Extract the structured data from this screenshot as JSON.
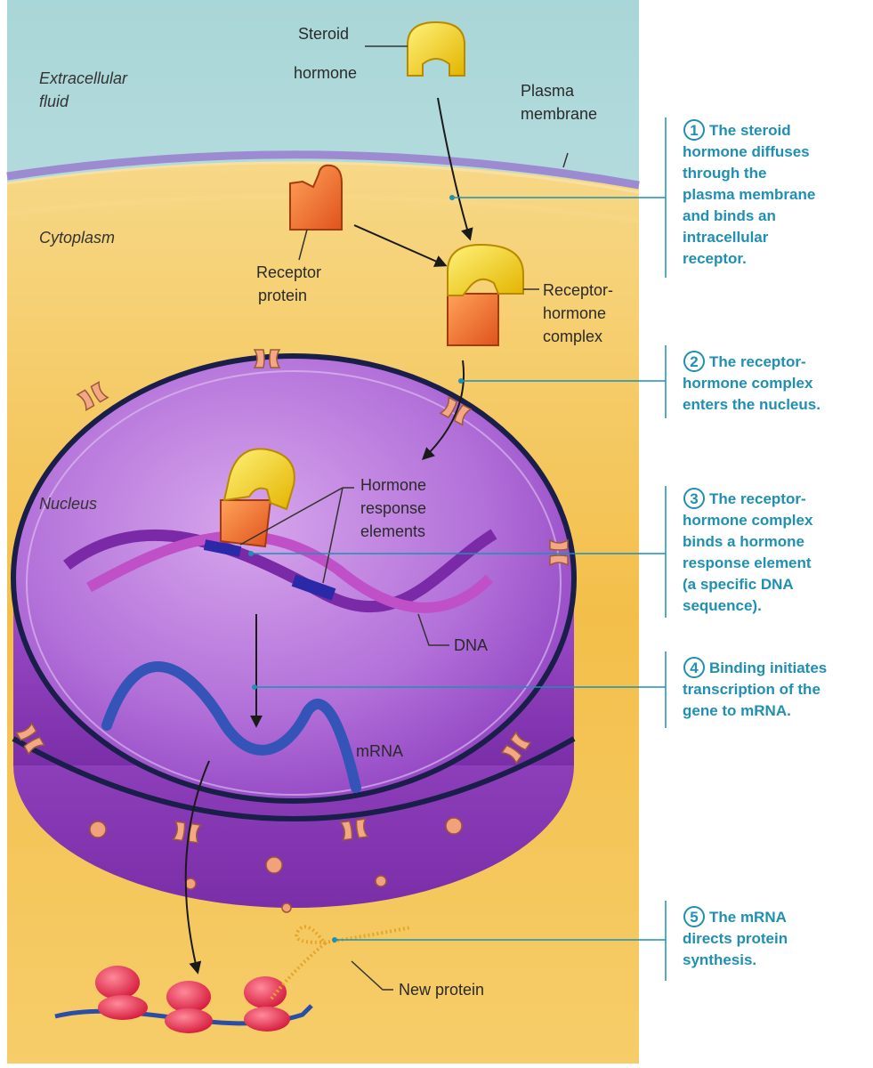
{
  "regions": {
    "extracellular_1": "Extracellular",
    "extracellular_2": "fluid",
    "cytoplasm": "Cytoplasm",
    "nucleus": "Nucleus"
  },
  "labels": {
    "steroid_1": "Steroid",
    "steroid_2": "hormone",
    "plasma_1": "Plasma",
    "plasma_2": "membrane",
    "receptor_1": "Receptor",
    "receptor_2": "protein",
    "complex_1": "Receptor-",
    "complex_2": "hormone",
    "complex_3": "complex",
    "hre_1": "Hormone",
    "hre_2": "response",
    "hre_3": "elements",
    "dna": "DNA",
    "mrna": "mRNA",
    "new_protein": "New protein"
  },
  "steps": [
    {
      "num": "1",
      "lines": [
        "The steroid",
        "hormone diffuses",
        "through the",
        "plasma membrane",
        "and binds an",
        "intracellular",
        "receptor."
      ]
    },
    {
      "num": "2",
      "lines": [
        "The receptor-",
        "hormone complex",
        "enters the nucleus."
      ]
    },
    {
      "num": "3",
      "lines": [
        "The receptor-",
        "hormone complex",
        "binds a hormone",
        "response element",
        "(a specific DNA",
        "sequence)."
      ]
    },
    {
      "num": "4",
      "lines": [
        "Binding initiates",
        "transcription of the",
        "gene to mRNA."
      ]
    },
    {
      "num": "5",
      "lines": [
        "The mRNA",
        "directs protein",
        "synthesis."
      ]
    }
  ],
  "colors": {
    "extracellular": "#cfe9ea",
    "cytoplasm": "#f4c24f",
    "nucleus": "#a45ad0",
    "accent": "#1f8fb3"
  }
}
